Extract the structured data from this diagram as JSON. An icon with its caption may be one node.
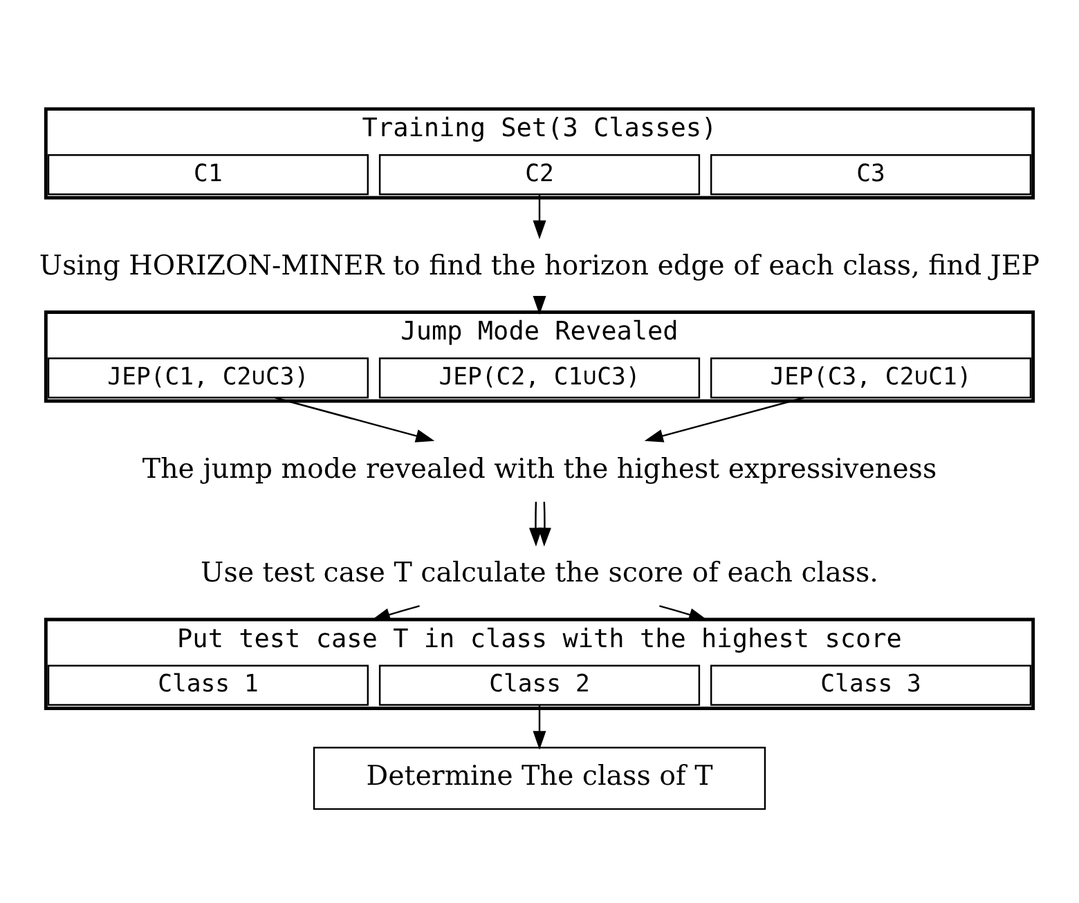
{
  "diagram": {
    "nodes": [
      {
        "text": [
          "Training Set(3 Classes)"
        ]
      },
      {
        "text": [
          "C1"
        ],
        "in": 0
      },
      {
        "text": [
          "C2"
        ],
        "in": 0
      },
      {
        "text": [
          "C3"
        ],
        "in": 0
      },
      {
        "text": [
          "Using HORIZON-MINER to find the horizon edge of each class, find JEP"
        ]
      },
      {
        "text": [
          "Jump Mode Revealed"
        ]
      },
      {
        "text": [
          "JEP(C1, C2∪C3)"
        ],
        "in": 5
      },
      {
        "text": [
          "JEP(C2, C1∪C3)"
        ],
        "in": 5
      },
      {
        "text": [
          "JEP(C3, C2∪C1)"
        ],
        "in": 5
      },
      {
        "text": [
          "The jump mode revealed with the highest expressiveness"
        ]
      },
      {
        "text": [
          "Use test case T calculate the score of each class."
        ]
      },
      {
        "text": [
          "Put test case T in class with the highest score"
        ]
      },
      {
        "text": [
          "Class 1"
        ],
        "in": 11
      },
      {
        "text": [
          "Class 2"
        ],
        "in": 11
      },
      {
        "text": [
          "Class 3"
        ],
        "in": 11
      },
      {
        "text": [
          "Determine The class of T"
        ]
      }
    ],
    "edges": [
      {
        "from": 2,
        "to": 4,
        "arrow": "to"
      },
      {
        "from": 4,
        "to": 5,
        "arrow": "to"
      },
      {
        "from": 6,
        "to": 9,
        "arrow": "to"
      },
      {
        "from": 8,
        "to": 9,
        "arrow": "to"
      },
      {
        "from": 9,
        "to": 10,
        "arrow": "to"
      },
      {
        "from": 9,
        "to": 10,
        "arrow": "to"
      },
      {
        "from": 10,
        "to": 11,
        "arrow": "to"
      },
      {
        "from": 10,
        "to": 11,
        "arrow": "to"
      },
      {
        "from": 13,
        "to": 15,
        "arrow": "to"
      }
    ]
  }
}
